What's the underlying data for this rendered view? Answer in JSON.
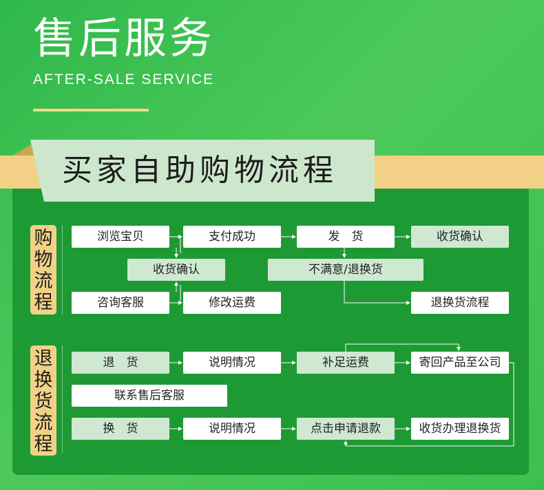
{
  "header": {
    "title": "售后服务",
    "subtitle": "AFTER-SALE SERVICE",
    "banner": "买家自助购物流程"
  },
  "shopping": {
    "label": "购物流程",
    "browse": "浏览宝贝",
    "pay_success": "支付成功",
    "ship": "发　货",
    "receive_confirm_right": "收货确认",
    "receive_confirm_mid": "收货确认",
    "unsatisfied": "不满意/退换货",
    "consult": "咨询客服",
    "modify_freight": "修改运费",
    "return_flow": "退换货流程"
  },
  "returns": {
    "label": "退换货流程",
    "return_goods": "退　货",
    "explain_1": "说明情况",
    "add_freight": "补足运费",
    "send_back": "寄回产品至公司",
    "contact_service": "联系售后客服",
    "exchange_goods": "换　货",
    "explain_2": "说明情况",
    "apply_refund": "点击申请退款",
    "receive_process": "收货办理退换货"
  },
  "colors": {
    "background": "#3cbf4e",
    "panel": "#1e9a34",
    "gold": "#f2d186",
    "box_white": "#ffffff",
    "box_green": "#cfe8d1",
    "connector": "#ffffff"
  }
}
